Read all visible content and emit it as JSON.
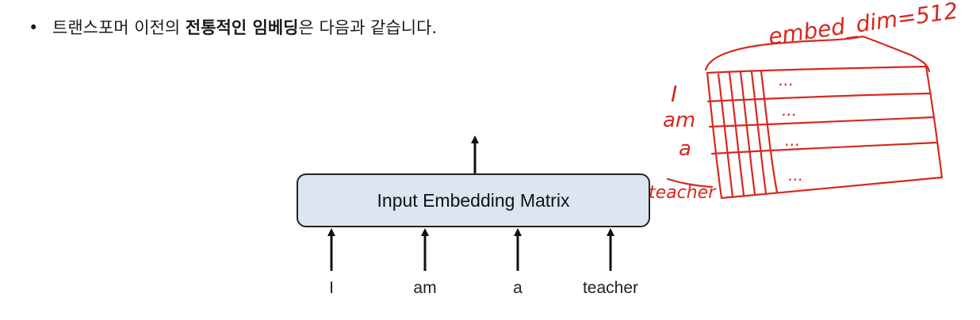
{
  "bullet": {
    "symbol": "•",
    "text_before": "트랜스포머 이전의 ",
    "text_bold": "전통적인 임베딩",
    "text_after": "은 다음과 같습니다."
  },
  "diagram": {
    "box_label": "Input Embedding Matrix",
    "box_fill": "#dce6f2",
    "tokens": [
      "I",
      "am",
      "a",
      "teacher"
    ]
  },
  "annotation": {
    "color": "#d7281e",
    "dim_label": "embed_dim=512",
    "row_labels": [
      "I",
      "am",
      "a",
      "teacher"
    ],
    "row_ellipsis": [
      "...",
      "...",
      "...",
      "..."
    ]
  }
}
